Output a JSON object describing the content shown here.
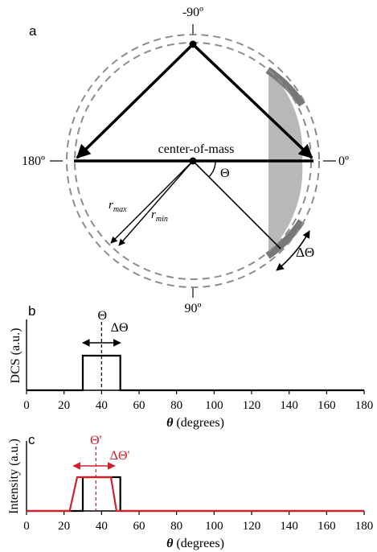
{
  "panel_a": {
    "label": "a",
    "angle_top": "-90º",
    "angle_right": "0º",
    "angle_left": "180º",
    "angle_bottom": "90º",
    "center_label": "center-of-mass",
    "theta_symbol": "Θ",
    "r_max_main": "r",
    "r_max_sub": "max",
    "r_min_main": "r",
    "r_min_sub": "min",
    "delta_theta": "ΔΘ",
    "colors": {
      "dashed_circle": "#8c8c8c",
      "detector_band": "#b8b8b8",
      "detector_arc": "#777777"
    }
  },
  "chart_data": [
    {
      "type": "line",
      "panel_label": "b",
      "ylabel": "DCS (a.u.)",
      "xlabel_symbol": "θ",
      "xlabel_rest": " (degrees)",
      "xlim": [
        0,
        180
      ],
      "xticks": [
        "0",
        "20",
        "40",
        "60",
        "80",
        "100",
        "120",
        "140",
        "160",
        "180"
      ],
      "marker_label": "Θ",
      "marker_x": 40,
      "width_label": "ΔΘ",
      "width_range": [
        30,
        50
      ],
      "series": [
        {
          "color": "#000000",
          "x": [
            0,
            30,
            30,
            50,
            50,
            180
          ],
          "y": [
            0,
            0,
            1,
            1,
            0,
            0
          ]
        }
      ]
    },
    {
      "type": "line",
      "panel_label": "c",
      "ylabel": "Intensity (a.u.)",
      "xlabel_symbol": "θ",
      "xlabel_rest": " (degrees)",
      "xlim": [
        0,
        180
      ],
      "xticks": [
        "0",
        "20",
        "40",
        "60",
        "80",
        "100",
        "120",
        "140",
        "160",
        "180"
      ],
      "marker_label": "Θ'",
      "marker_x": 37,
      "width_label": "ΔΘ'",
      "width_range": [
        25,
        47
      ],
      "series": [
        {
          "color": "#000000",
          "x": [
            0,
            30,
            30,
            50,
            50,
            180
          ],
          "y": [
            0,
            0,
            1,
            1,
            0,
            0
          ]
        },
        {
          "color": "#d0202e",
          "x": [
            0,
            23,
            27,
            45,
            48,
            180
          ],
          "y": [
            0,
            0,
            1,
            1,
            0,
            0
          ]
        }
      ],
      "accent_color": "#d0202e"
    }
  ]
}
